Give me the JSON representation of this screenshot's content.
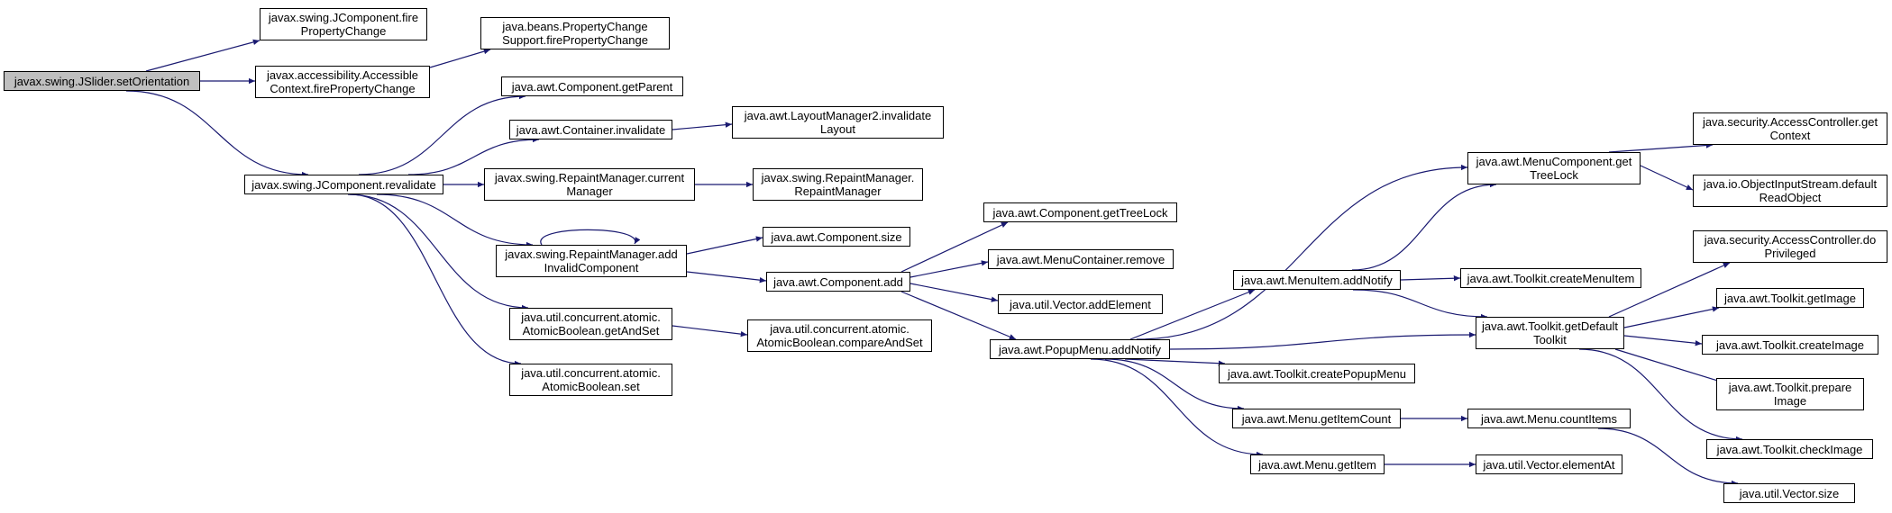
{
  "diagram": {
    "type": "call-graph",
    "nodes": {
      "n0": "javax.swing.JSlider.setOrientation",
      "n1": "javax.swing.JComponent.fire\nPropertyChange",
      "n2": "javax.accessibility.Accessible\nContext.firePropertyChange",
      "n3": "java.beans.PropertyChange\nSupport.firePropertyChange",
      "n4": "java.awt.Component.getParent",
      "n5": "java.awt.Container.invalidate",
      "n6": "java.awt.LayoutManager2.invalidate\nLayout",
      "n7": "javax.swing.JComponent.revalidate",
      "n8": "javax.swing.RepaintManager.current\nManager",
      "n9": "javax.swing.RepaintManager.\nRepaintManager",
      "n10": "java.awt.Component.size",
      "n11": "javax.swing.RepaintManager.add\nInvalidComponent",
      "n12": "java.awt.Component.add",
      "n13": "java.util.concurrent.atomic.\nAtomicBoolean.getAndSet",
      "n14": "java.util.concurrent.atomic.\nAtomicBoolean.compareAndSet",
      "n15": "java.util.concurrent.atomic.\nAtomicBoolean.set",
      "n16": "java.awt.Component.getTreeLock",
      "n17": "java.awt.MenuContainer.remove",
      "n18": "java.util.Vector.addElement",
      "n19": "java.awt.PopupMenu.addNotify",
      "n20": "java.awt.MenuItem.addNotify",
      "n21": "java.awt.MenuComponent.get\nTreeLock",
      "n22": "java.awt.Toolkit.createMenuItem",
      "n23": "java.awt.Toolkit.getDefault\nToolkit",
      "n24": "java.awt.Toolkit.createPopupMenu",
      "n25": "java.awt.Menu.getItemCount",
      "n26": "java.awt.Menu.countItems",
      "n27": "java.awt.Menu.getItem",
      "n28": "java.util.Vector.elementAt",
      "n29": "java.security.AccessController.get\nContext",
      "n30": "java.io.ObjectInputStream.default\nReadObject",
      "n31": "java.security.AccessController.do\nPrivileged",
      "n32": "java.awt.Toolkit.getImage",
      "n33": "java.awt.Toolkit.createImage",
      "n34": "java.awt.Toolkit.prepare\nImage",
      "n35": "java.awt.Toolkit.checkImage",
      "n36": "java.util.Vector.size"
    },
    "root": "n0",
    "edges": [
      [
        "n0",
        "n1"
      ],
      [
        "n0",
        "n2"
      ],
      [
        "n0",
        "n7"
      ],
      [
        "n2",
        "n3"
      ],
      [
        "n7",
        "n4"
      ],
      [
        "n7",
        "n5"
      ],
      [
        "n7",
        "n8"
      ],
      [
        "n7",
        "n11"
      ],
      [
        "n7",
        "n13"
      ],
      [
        "n7",
        "n15"
      ],
      [
        "n5",
        "n6"
      ],
      [
        "n8",
        "n9"
      ],
      [
        "n11",
        "n11"
      ],
      [
        "n11",
        "n10"
      ],
      [
        "n11",
        "n12"
      ],
      [
        "n13",
        "n14"
      ],
      [
        "n12",
        "n16"
      ],
      [
        "n12",
        "n17"
      ],
      [
        "n12",
        "n18"
      ],
      [
        "n12",
        "n19"
      ],
      [
        "n19",
        "n21"
      ],
      [
        "n19",
        "n20"
      ],
      [
        "n19",
        "n23"
      ],
      [
        "n19",
        "n24"
      ],
      [
        "n19",
        "n25"
      ],
      [
        "n19",
        "n27"
      ],
      [
        "n20",
        "n21"
      ],
      [
        "n20",
        "n22"
      ],
      [
        "n20",
        "n23"
      ],
      [
        "n21",
        "n29"
      ],
      [
        "n21",
        "n30"
      ],
      [
        "n23",
        "n31"
      ],
      [
        "n23",
        "n32"
      ],
      [
        "n23",
        "n33"
      ],
      [
        "n23",
        "n34"
      ],
      [
        "n23",
        "n35"
      ],
      [
        "n25",
        "n26"
      ],
      [
        "n26",
        "n36"
      ],
      [
        "n27",
        "n28"
      ]
    ],
    "colors": {
      "edge": "#191970",
      "node_border": "#000000",
      "root_fill": "#bfbfbf",
      "node_fill": "#ffffff"
    }
  }
}
